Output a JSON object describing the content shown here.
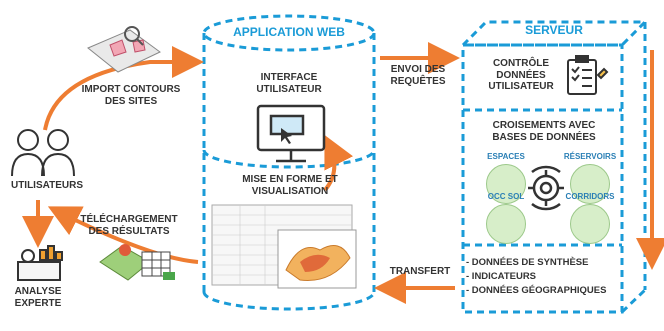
{
  "app_header": "APPLICATION WEB",
  "server_header": "SERVEUR",
  "users_label": "UTILISATEURS",
  "import_label": "IMPORT CONTOURS\nDES SITES",
  "download_label": "TÉLÉCHARGEMENT\nDES RÉSULTATS",
  "analysis_label": "ANALYSE\nEXPERTE",
  "interface_label": "INTERFACE\nUTILISATEUR",
  "format_label": "MISE EN FORME ET\nVISUALISATION",
  "requests_label": "ENVOI DES\nREQUÊTES",
  "transfer_label": "TRANSFERT",
  "control_label": "CONTRÔLE\nDONNÉES\nUTILISATEUR",
  "crossing_label": "CROISEMENTS AVEC\nBASES DE DONNÉES",
  "db_names": [
    "ESPACES",
    "RÉSERVOIRS",
    "OCC SOL",
    "CORRIDORS"
  ],
  "outputs": [
    "- DONNÉES DE SYNTHÈSE",
    "- INDICATEURS",
    "- DONNÉES GÉOGRAPHIQUES"
  ],
  "colors": {
    "accent_blue": "#1a9bd7",
    "arrow_orange": "#ee7d32",
    "text": "#333333"
  }
}
